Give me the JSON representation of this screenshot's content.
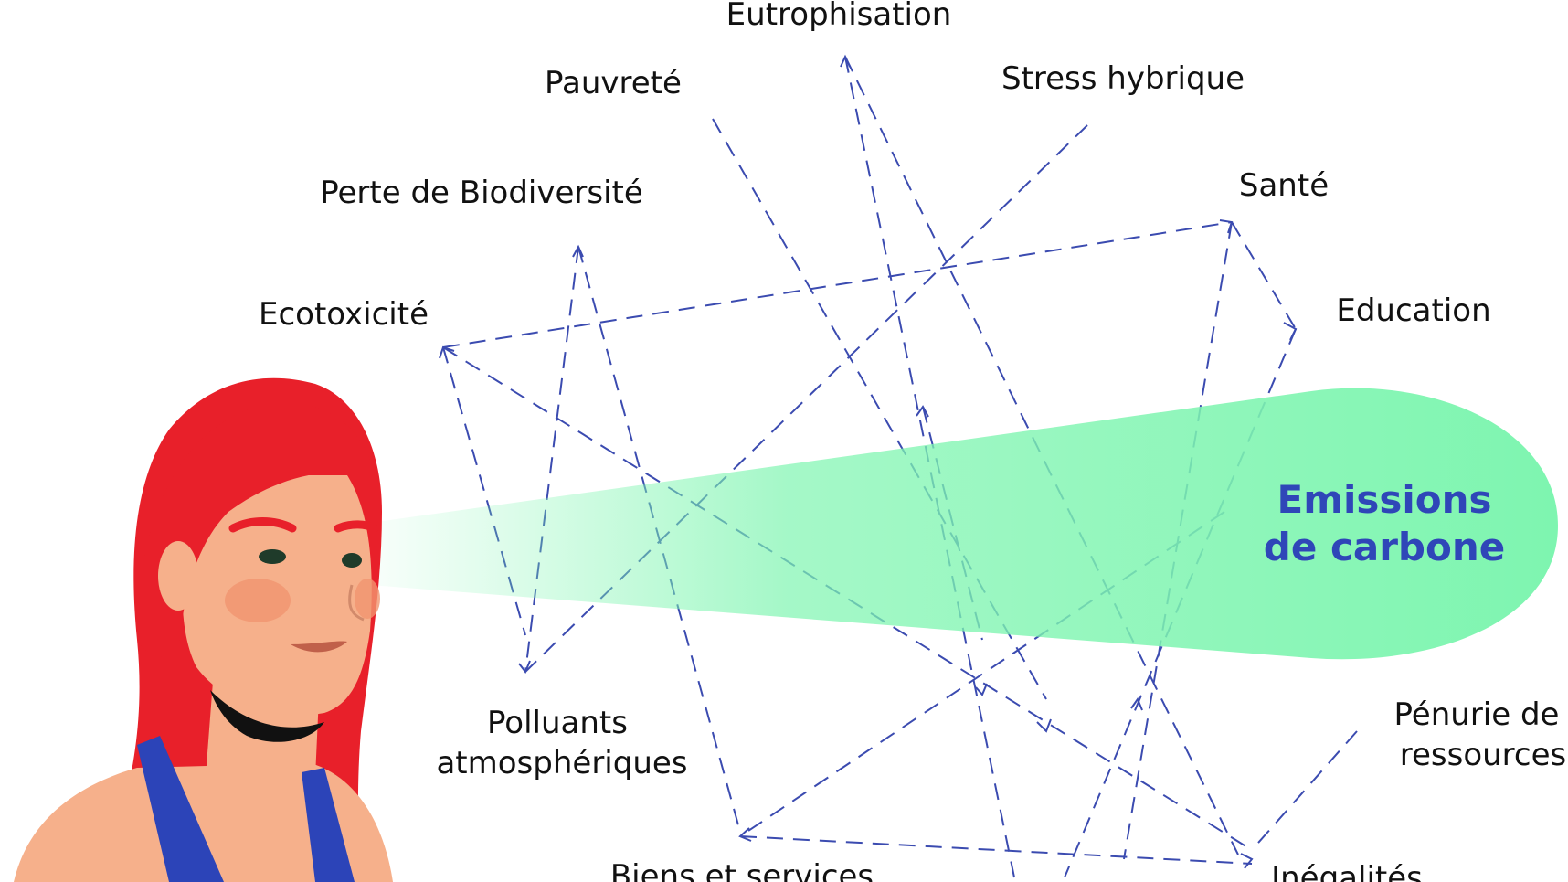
{
  "diagram": {
    "labels": {
      "eutrophisation": "Eutrophisation",
      "pauvrete": "Pauvreté",
      "stress_hydrique": "Stress hybrique",
      "perte_biodiversite": "Perte de Biodiversité",
      "sante": "Santé",
      "ecotoxicite": "Ecotoxicité",
      "education": "Education",
      "polluants_line1": "Polluants",
      "polluants_line2": "atmosphériques",
      "penurie_line1": "Pénurie de",
      "penurie_line2": "ressources",
      "biens_services": "Biens et services",
      "inegalites": "Inégalités"
    },
    "focus": {
      "line1": "Emissions",
      "line2": "de carbone"
    }
  },
  "colors": {
    "beam": "#7ef5b0",
    "focus_text": "#2f46b8",
    "dashed_lines": "#3b4bb0",
    "hair": "#e8202a",
    "skin": "#f6b08b",
    "cheek": "#f1956f",
    "top": "#2c44b8"
  }
}
